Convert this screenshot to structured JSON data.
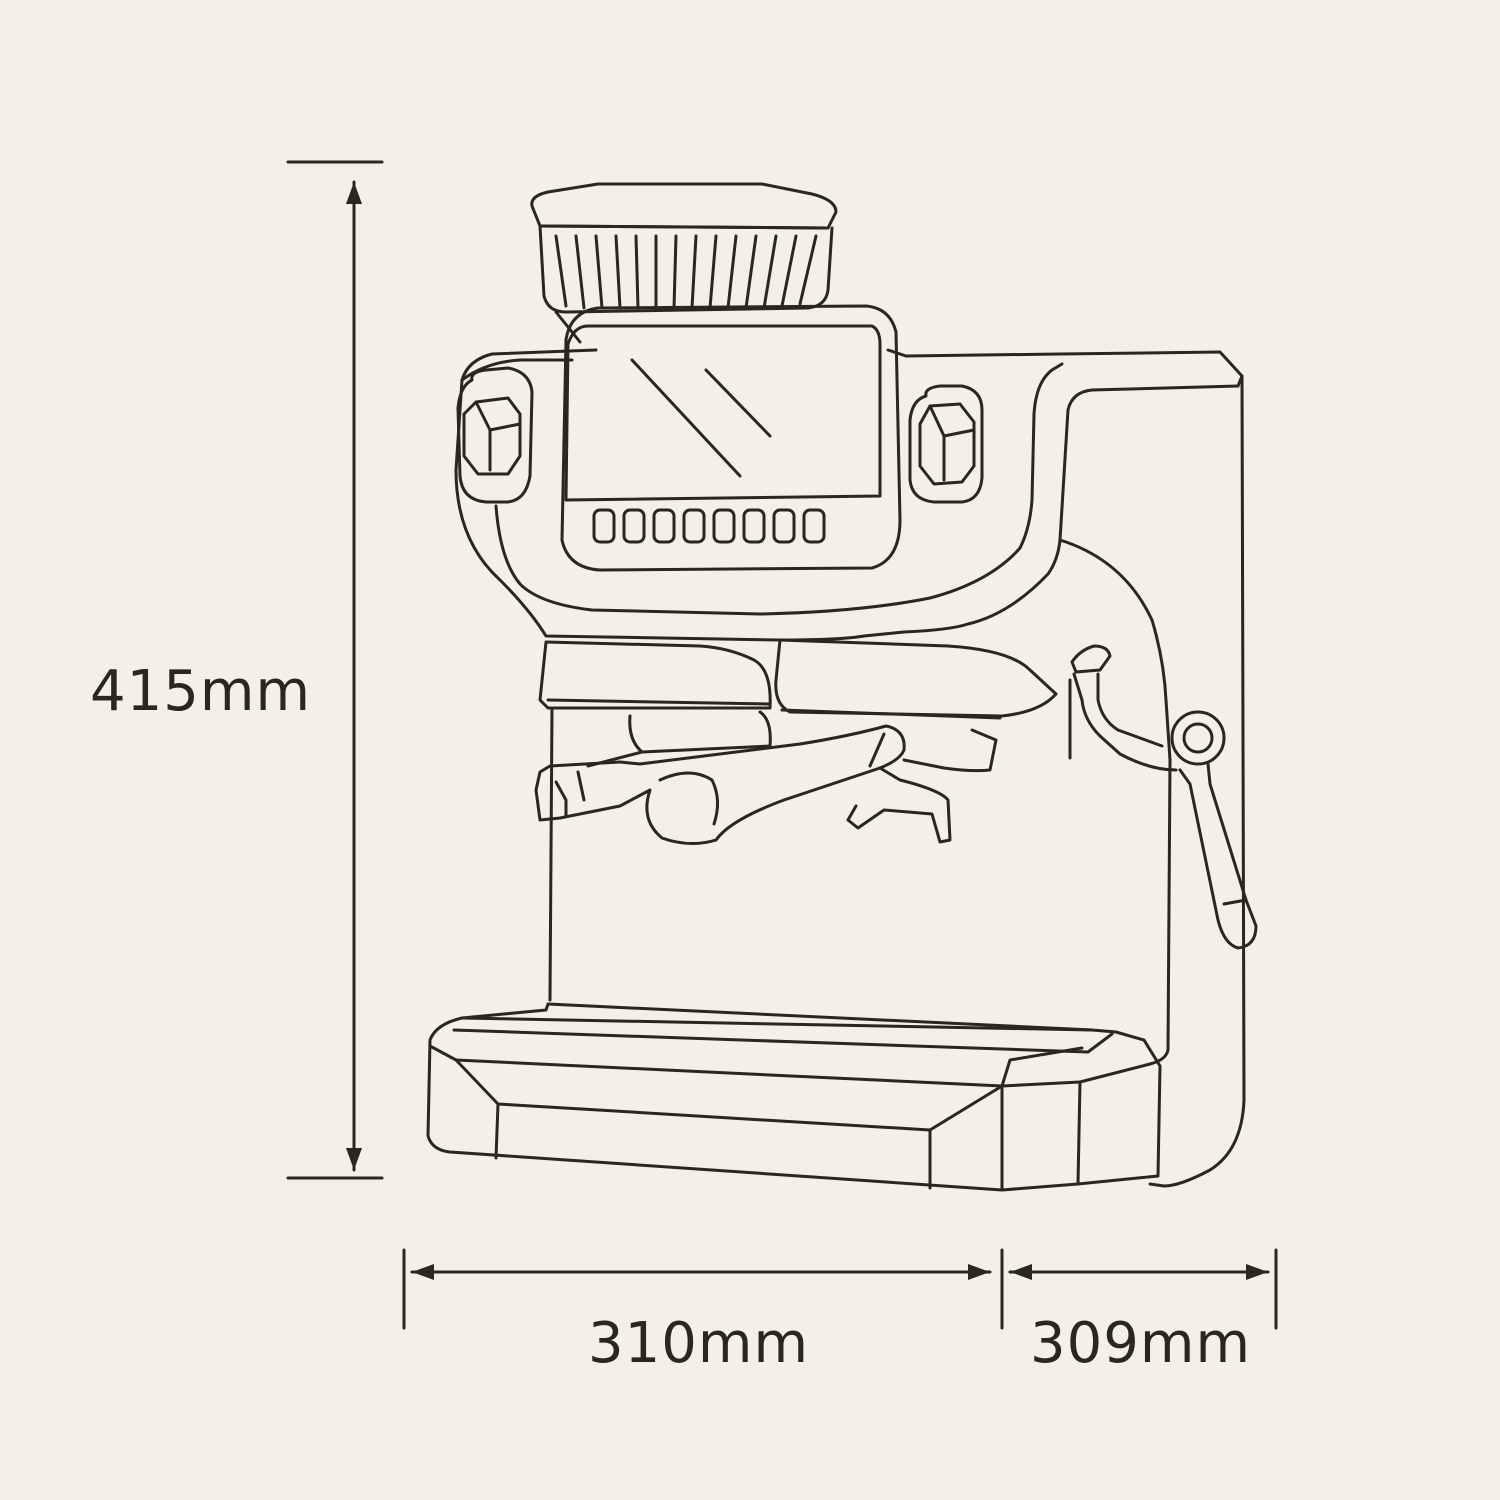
{
  "diagram": {
    "subject": "espresso-machine",
    "line_color": "#2a2622",
    "background_color": "#f3f0e7"
  },
  "dimensions": {
    "height": "415mm",
    "width": "310mm",
    "depth": "309mm"
  }
}
